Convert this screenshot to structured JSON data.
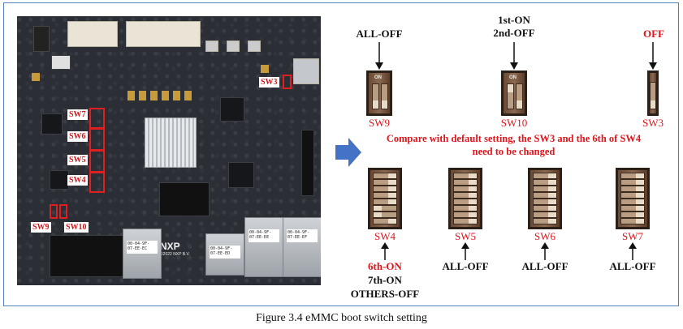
{
  "figure": {
    "caption": "Figure 3.4  eMMC boot switch setting"
  },
  "board": {
    "labels": [
      "SW3",
      "SW7",
      "SW6",
      "SW5",
      "SW4",
      "SW9",
      "SW10"
    ],
    "logo": "NXP",
    "logo_sub": "©2022 NXP B.V.",
    "eth_labels": [
      "00-04-9F-07-EE-EC",
      "00-04-9F-07-EE-ED",
      "00-04-9F-07-EE-EE",
      "00-04-9F-07-EE-EF"
    ]
  },
  "top_switches": {
    "sw9": {
      "name": "SW9",
      "state": "ALL-OFF"
    },
    "sw10": {
      "name": "SW10",
      "state_line1": "1st-ON",
      "state_line2": "2nd-OFF"
    },
    "sw3": {
      "name": "SW3",
      "state": "OFF"
    }
  },
  "note": "Compare with default setting, the SW3 and the 6th of SW4 need to be changed",
  "bottom_switches": {
    "sw4": {
      "name": "SW4",
      "line1": "6th-ON",
      "line2": "7th-ON",
      "line3": "OTHERS-OFF"
    },
    "sw5": {
      "name": "SW5",
      "state": "ALL-OFF"
    },
    "sw6": {
      "name": "SW6",
      "state": "ALL-OFF"
    },
    "sw7": {
      "name": "SW7",
      "state": "ALL-OFF"
    }
  },
  "switch_on_text": "ON",
  "colors": {
    "highlight": "#e0141b",
    "arrow": "#4472c4",
    "frame": "#4f81bd"
  }
}
